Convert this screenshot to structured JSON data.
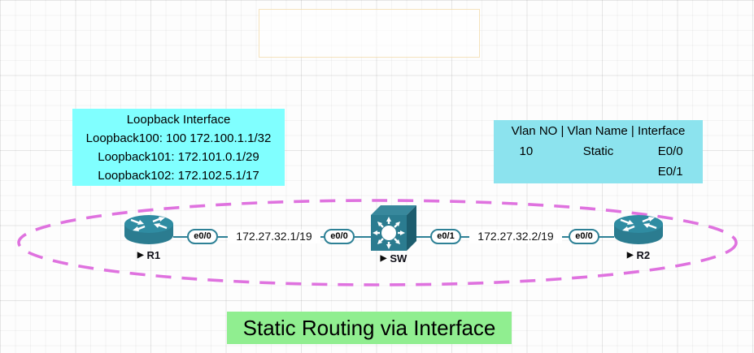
{
  "colors": {
    "note_cyan": "#80ffff",
    "note_cyan_blue": "#8ce3ee",
    "banner_green": "#90ee90",
    "ellipse_pink": "#df72df",
    "device_teal": "#2b7c90",
    "link_teal": "#2e8196"
  },
  "icons": {
    "running_indicator": "▶"
  },
  "notes": {
    "loopback": {
      "title": "Loopback Interface",
      "lines": [
        "Loopback100: 100 172.100.1.1/32",
        "Loopback101: 172.101.0.1/29",
        "Loopback102: 172.102.5.1/17"
      ]
    },
    "vlan": {
      "header": "Vlan NO | Vlan Name | Interface",
      "rows": [
        [
          "10",
          "Static",
          "E0/0"
        ],
        [
          "",
          "",
          "E0/1"
        ]
      ]
    },
    "banner": {
      "text": "Static Routing via Interface"
    }
  },
  "topology": {
    "devices": [
      {
        "id": "R1",
        "type": "router",
        "label": "R1"
      },
      {
        "id": "SW",
        "type": "switch",
        "label": "SW"
      },
      {
        "id": "R2",
        "type": "router",
        "label": "R2"
      }
    ],
    "links": [
      {
        "from": "R1",
        "from_if": "e0/0",
        "to": "SW",
        "to_if": "e0/0",
        "ip": "172.27.32.1/19"
      },
      {
        "from": "SW",
        "from_if": "e0/1",
        "to": "R2",
        "to_if": "e0/0",
        "ip": "172.27.32.2/19"
      }
    ]
  }
}
